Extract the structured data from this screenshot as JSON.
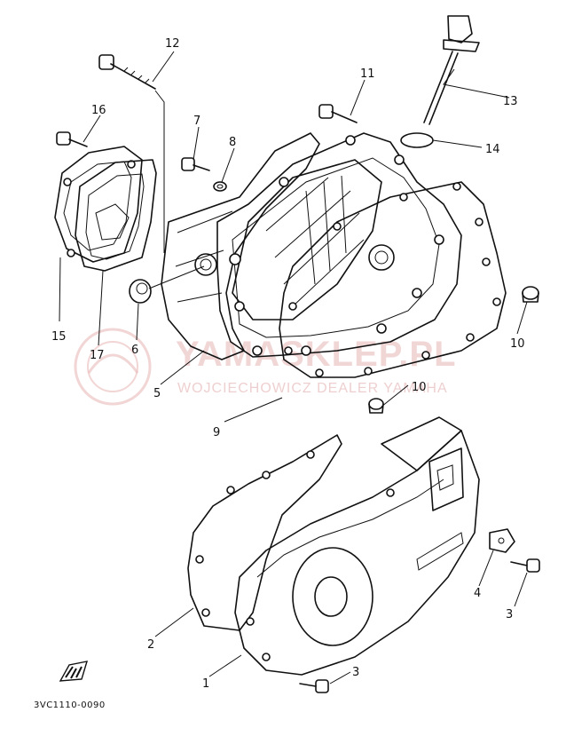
{
  "diagram_code": "3VC1110-0090",
  "watermark": {
    "title": "YAMASKLEP.PL",
    "subtitle": "WOJCIECHOWICZ DEALER YAMAHA"
  },
  "callouts": {
    "p1": "1",
    "p2": "2",
    "p3a": "3",
    "p3b": "3",
    "p4": "4",
    "p5": "5",
    "p6": "6",
    "p7": "7",
    "p8": "8",
    "p9": "9",
    "p10a": "10",
    "p10b": "10",
    "p11": "11",
    "p12": "12",
    "p13": "13",
    "p14": "14",
    "p15": "15",
    "p16": "16",
    "p17": "17"
  },
  "icons": [
    "front-direction-icon",
    "watermark-logo-icon"
  ]
}
